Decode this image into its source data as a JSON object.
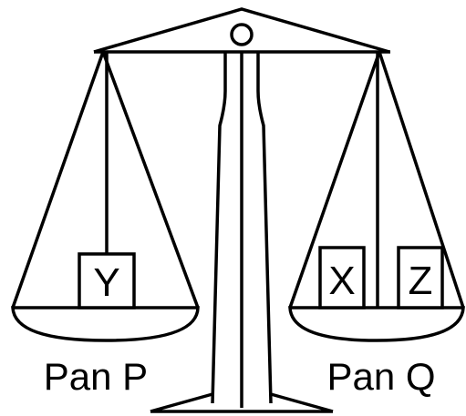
{
  "balance": {
    "left_pan": {
      "label": "Pan P",
      "objects": [
        "Y"
      ]
    },
    "right_pan": {
      "label": "Pan Q",
      "objects": [
        "X",
        "Z"
      ]
    }
  },
  "colors": {
    "ink": "#000000",
    "background": "#ffffff"
  }
}
